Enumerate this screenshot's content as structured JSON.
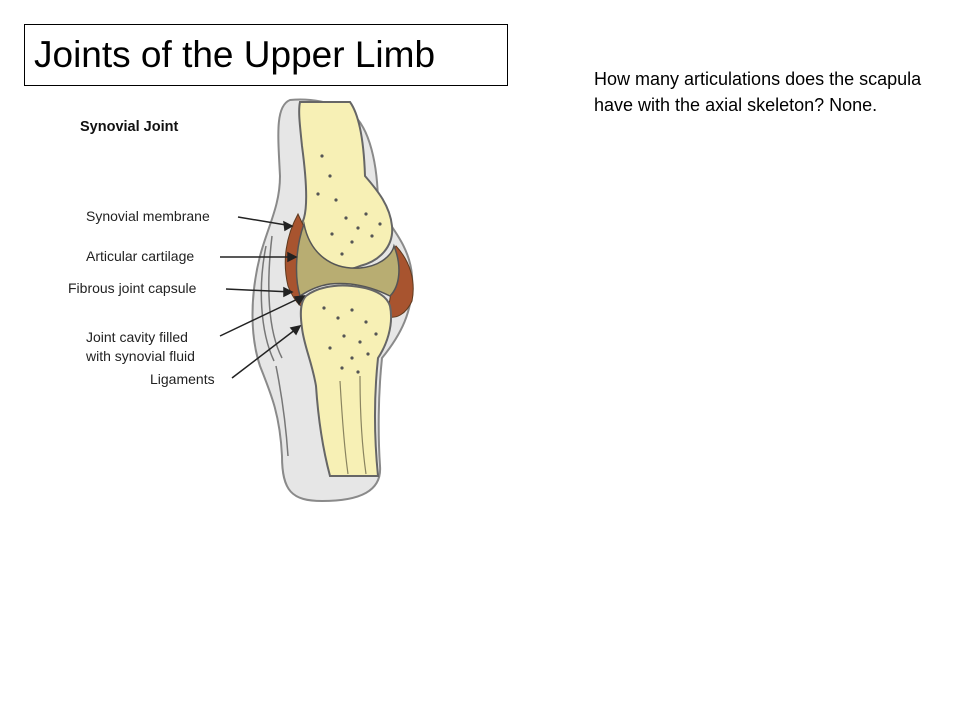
{
  "slide": {
    "title": "Joints of the Upper Limb",
    "question": "How many articulations does the scapula have with the axial skeleton? None."
  },
  "diagram": {
    "title": "Synovial Joint",
    "labels": {
      "synovial_membrane": "Synovial membrane",
      "articular_cartilage": "Articular cartilage",
      "fibrous_joint_capsule": "Fibrous joint capsule",
      "joint_cavity_line1": "Joint cavity filled",
      "joint_cavity_line2": "with synovial fluid",
      "ligaments": "Ligaments"
    },
    "colors": {
      "bone": "#f7f0b5",
      "cartilage": "#b8ad72",
      "synovial_fluid": "#a8542f",
      "capsule": "#c9c9c9",
      "marrow_dots": "#555555"
    }
  }
}
